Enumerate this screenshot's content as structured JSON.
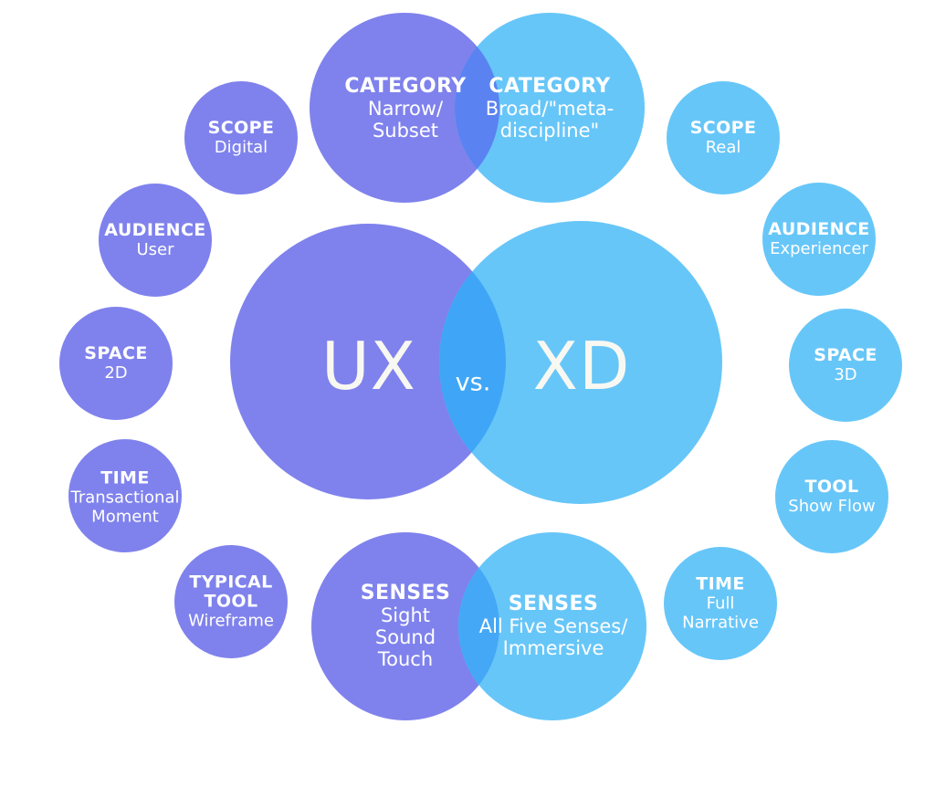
{
  "diagram": {
    "center": {
      "left": "UX",
      "divider": "vs.",
      "right": "XD"
    },
    "top": {
      "left": {
        "title": "CATEGORY",
        "lines": [
          "Narrow/",
          "Subset"
        ]
      },
      "right": {
        "title": "CATEGORY",
        "lines": [
          "Broad/\"meta-",
          "discipline\""
        ]
      }
    },
    "bottom": {
      "left": {
        "title": "SENSES",
        "lines": [
          "Sight",
          "Sound",
          "Touch"
        ]
      },
      "right": {
        "title": "SENSES",
        "lines": [
          "All Five Senses/",
          "Immersive"
        ]
      }
    },
    "left_satellites": [
      {
        "title_lines": [
          "SCOPE"
        ],
        "lines": [
          "Digital"
        ]
      },
      {
        "title_lines": [
          "AUDIENCE"
        ],
        "lines": [
          "User"
        ]
      },
      {
        "title_lines": [
          "SPACE"
        ],
        "lines": [
          "2D"
        ]
      },
      {
        "title_lines": [
          "TIME"
        ],
        "lines": [
          "Transactional",
          "Moment"
        ]
      },
      {
        "title_lines": [
          "TYPICAL",
          "TOOL"
        ],
        "lines": [
          "Wireframe"
        ]
      }
    ],
    "right_satellites": [
      {
        "title_lines": [
          "SCOPE"
        ],
        "lines": [
          "Real"
        ]
      },
      {
        "title_lines": [
          "AUDIENCE"
        ],
        "lines": [
          "Experiencer"
        ]
      },
      {
        "title_lines": [
          "SPACE"
        ],
        "lines": [
          "3D"
        ]
      },
      {
        "title_lines": [
          "TOOL"
        ],
        "lines": [
          "Show Flow"
        ]
      },
      {
        "title_lines": [
          "TIME"
        ],
        "lines": [
          "Full",
          "Narrative"
        ]
      }
    ],
    "colors": {
      "ux": "#7F82EC",
      "xd": "#67C6F8",
      "overlap_top": "#5A82F1",
      "overlap_center": "#3FA6F7",
      "overlap_bottom": "#45A8F7",
      "text": "#FFFFFF",
      "background": "#FFFFFF"
    }
  }
}
